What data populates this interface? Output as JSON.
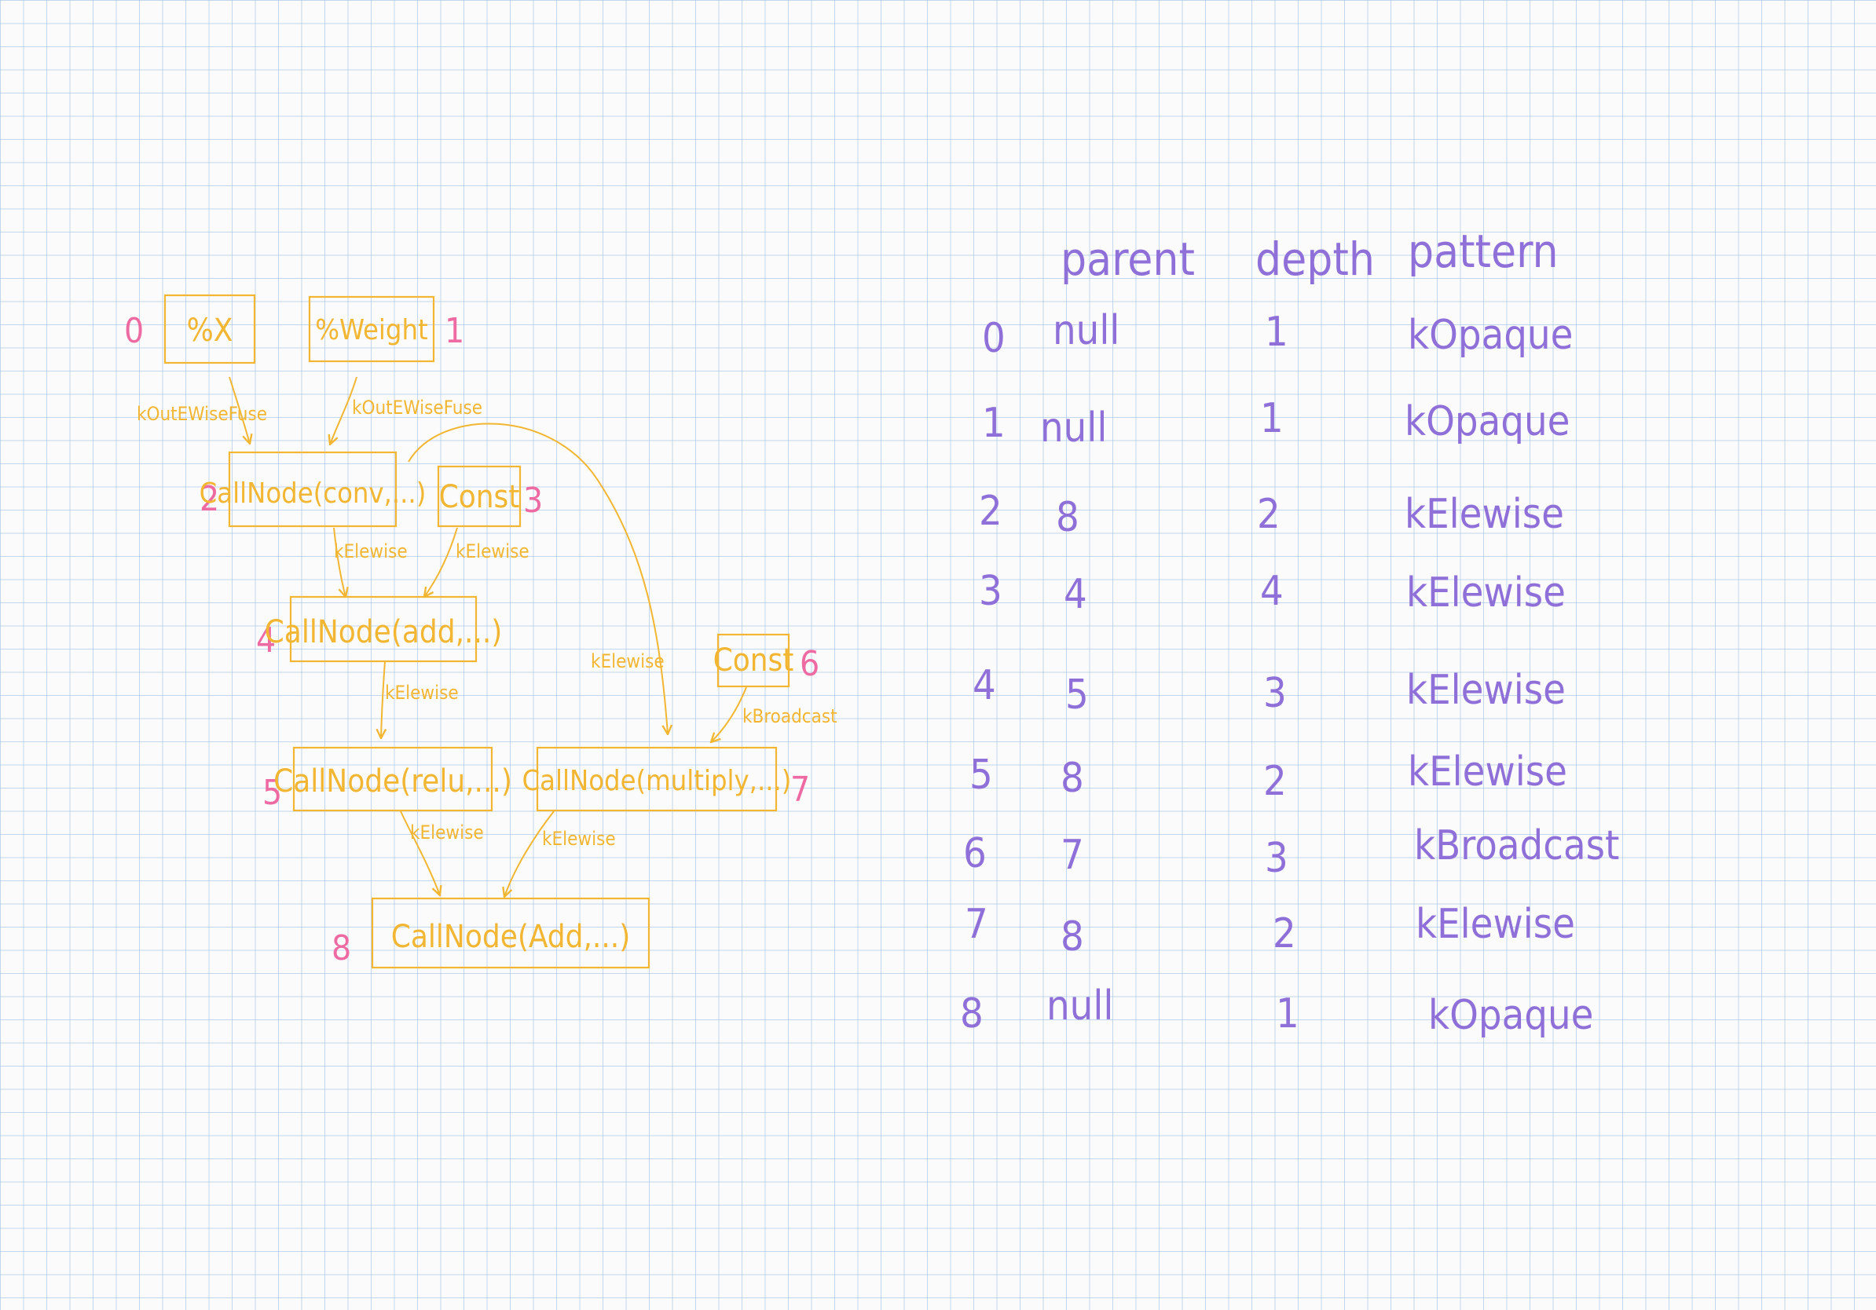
{
  "diagram": {
    "nodes": [
      {
        "id": "0",
        "label": "%X"
      },
      {
        "id": "1",
        "label": "%Weight"
      },
      {
        "id": "2",
        "label": "CallNode(conv,...)"
      },
      {
        "id": "3",
        "label": "Const"
      },
      {
        "id": "4",
        "label": "CallNode(add,...)"
      },
      {
        "id": "5",
        "label": "CallNode(relu,...)"
      },
      {
        "id": "6",
        "label": "Const"
      },
      {
        "id": "7",
        "label": "CallNode(multiply,...)"
      },
      {
        "id": "8",
        "label": "CallNode(Add,...)"
      }
    ],
    "edges": [
      {
        "from": "0",
        "to": "2",
        "label": "kOutEWiseFuse"
      },
      {
        "from": "1",
        "to": "2",
        "label": "kOutEWiseFuse"
      },
      {
        "from": "2",
        "to": "4",
        "label": "kElewise"
      },
      {
        "from": "3",
        "to": "4",
        "label": "kElewise"
      },
      {
        "from": "2",
        "to": "7",
        "label": "kElewise"
      },
      {
        "from": "4",
        "to": "5",
        "label": "kElewise"
      },
      {
        "from": "6",
        "to": "7",
        "label": "kBroadcast"
      },
      {
        "from": "5",
        "to": "8",
        "label": "kElewise"
      },
      {
        "from": "7",
        "to": "8",
        "label": "kElewise"
      }
    ]
  },
  "table": {
    "headers": [
      "parent",
      "depth",
      "pattern"
    ],
    "rows": [
      {
        "index": "0",
        "parent": "null",
        "depth": "1",
        "pattern": "kOpaque"
      },
      {
        "index": "1",
        "parent": "null",
        "depth": "1",
        "pattern": "kOpaque"
      },
      {
        "index": "2",
        "parent": "8",
        "depth": "2",
        "pattern": "kElewise"
      },
      {
        "index": "3",
        "parent": "4",
        "depth": "4",
        "pattern": "kElewise"
      },
      {
        "index": "4",
        "parent": "5",
        "depth": "3",
        "pattern": "kElewise"
      },
      {
        "index": "5",
        "parent": "8",
        "depth": "2",
        "pattern": "kElewise"
      },
      {
        "index": "6",
        "parent": "7",
        "depth": "3",
        "pattern": "kBroadcast"
      },
      {
        "index": "7",
        "parent": "8",
        "depth": "2",
        "pattern": "kElewise"
      },
      {
        "index": "8",
        "parent": "null",
        "depth": "1",
        "pattern": "kOpaque"
      }
    ]
  },
  "colors": {
    "graph": "#f2b632",
    "node_index": "#ee6aa2",
    "table_ink": "#8f6fd8",
    "grid": "#96b9e1"
  }
}
